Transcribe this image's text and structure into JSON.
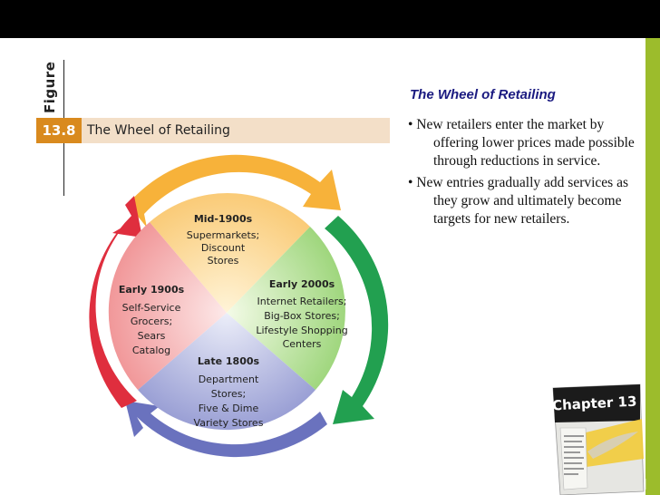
{
  "figure": {
    "figure_word": "Figure",
    "number": "13.8",
    "title": "The Wheel of Retailing"
  },
  "wheel": {
    "segments": [
      {
        "header": "Mid-1900s",
        "lines": [
          "Supermarkets;",
          "Discount",
          "Stores"
        ]
      },
      {
        "header": "Early 2000s",
        "lines": [
          "Internet Retailers;",
          "Big-Box Stores;",
          "Lifestyle Shopping",
          "Centers"
        ]
      },
      {
        "header": "Late 1800s",
        "lines": [
          "Department",
          "Stores;",
          "Five & Dime",
          "Variety Stores"
        ]
      },
      {
        "header": "Early 1900s",
        "lines": [
          "Self-Service",
          "Grocers;",
          "Sears",
          "Catalog"
        ]
      }
    ]
  },
  "slide": {
    "title": "The Wheel of Retailing",
    "bullets": [
      "• New retailers enter the market by offering lower prices made possible through reductions in service.",
      "• New entries gradually add services as they grow and ultimately become targets for new retailers."
    ]
  },
  "book": {
    "label": "Chapter 13"
  },
  "colors": {
    "top_bar": "#000000",
    "accent_stripe": "#9cbc2c",
    "figure_number_box": "#d98a1e",
    "figure_band": "#f3dfc8",
    "title_text": "#1a1a80",
    "wheel_top": "#f7b23a",
    "wheel_right": "#22a050",
    "wheel_bottom": "#6a72be",
    "wheel_left": "#df2e3e"
  }
}
